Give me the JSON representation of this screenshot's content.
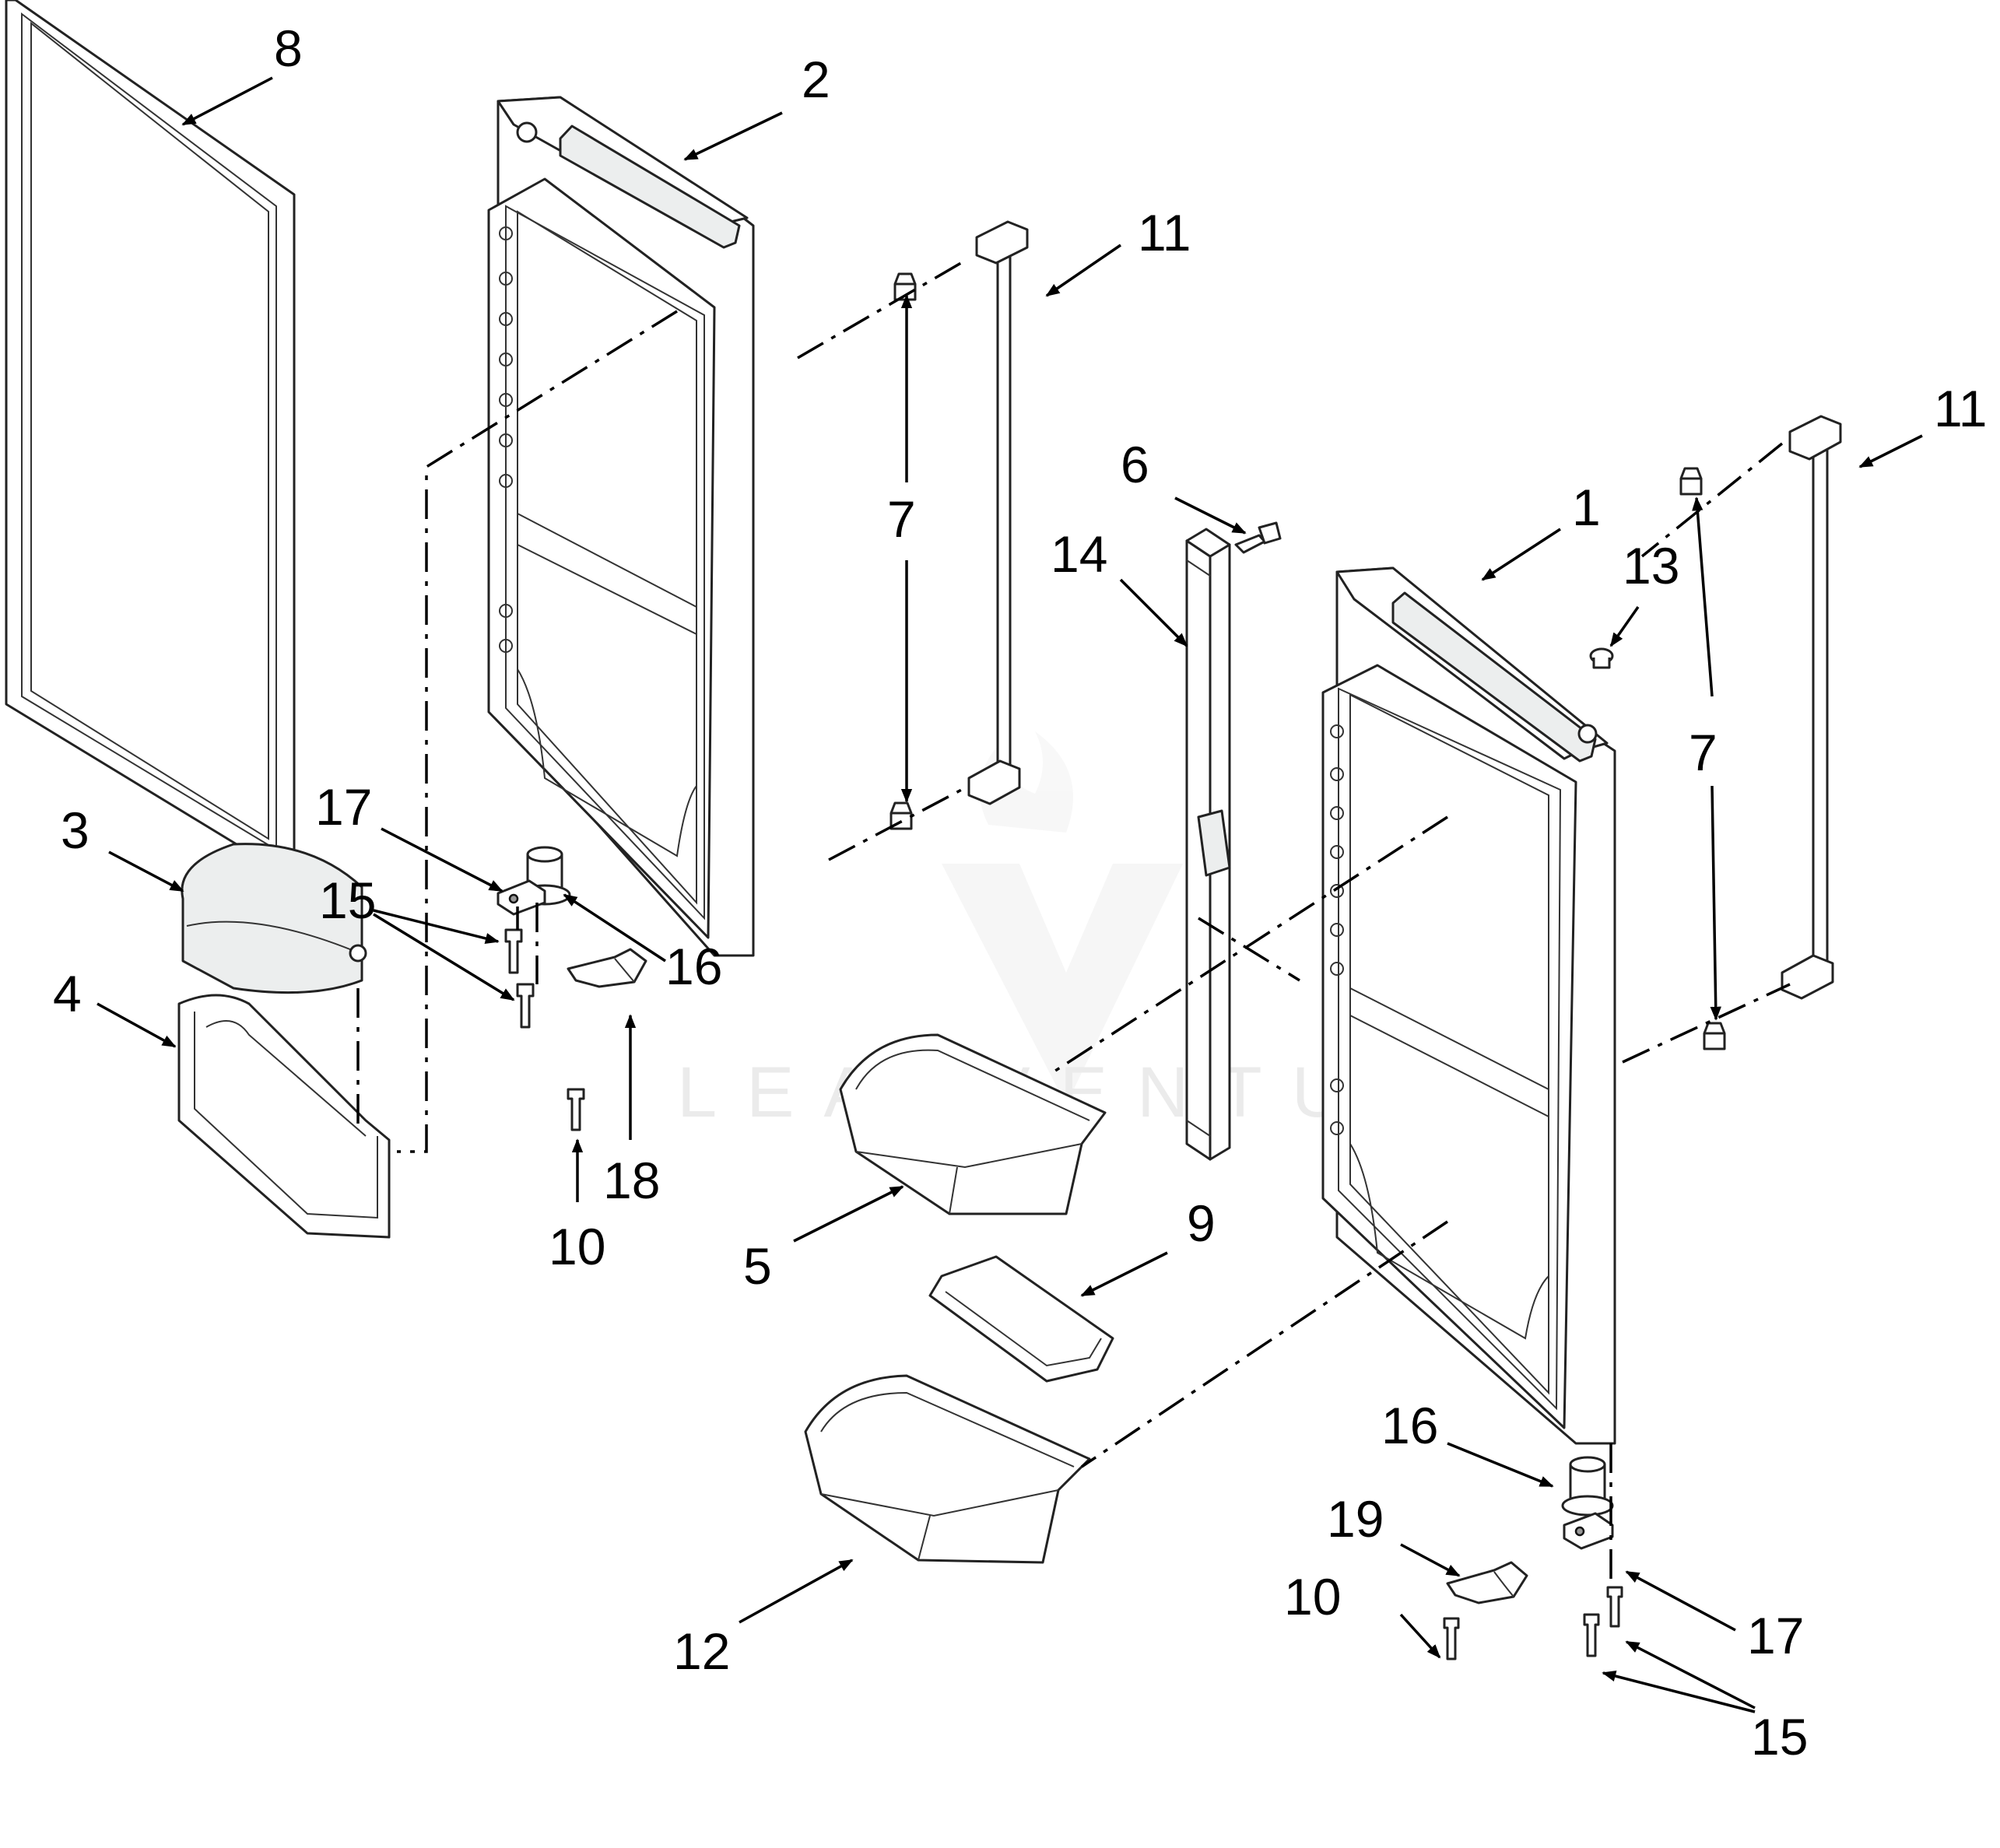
{
  "watermark": {
    "text": "LEADVENTURE"
  },
  "callouts": {
    "c8": "8",
    "c2": "2",
    "c11a": "11",
    "c11b": "11",
    "c6": "6",
    "c1": "1",
    "c13": "13",
    "c7a": "7",
    "c7b": "7",
    "c14": "14",
    "c17a": "17",
    "c3": "3",
    "c15a": "15",
    "c4": "4",
    "c16a": "16",
    "c18": "18",
    "c10a": "10",
    "c5": "5",
    "c9": "9",
    "c16b": "16",
    "c19": "19",
    "c10b": "10",
    "c17b": "17",
    "c12": "12",
    "c15b": "15"
  }
}
